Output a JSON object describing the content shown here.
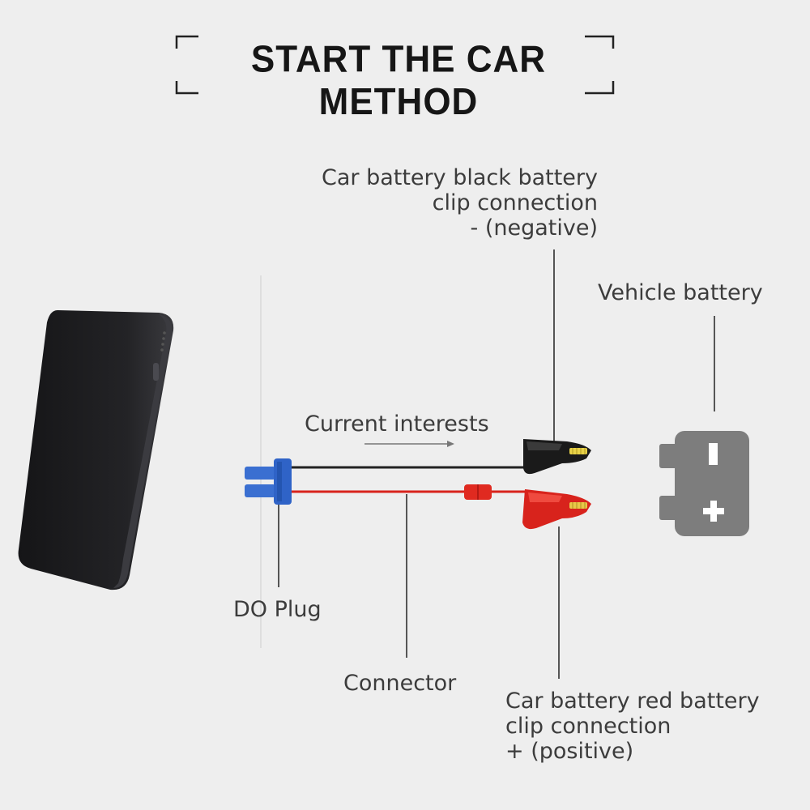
{
  "title": "START THE CAR METHOD",
  "labels": {
    "black_clip": [
      "Car battery black battery",
      "clip connection",
      "- (negative)"
    ],
    "vehicle_battery": "Vehicle battery",
    "current": "Current interests",
    "do_plug": "DO Plug",
    "connector": "Connector",
    "red_clip": [
      "Car battery red battery",
      "clip connection",
      "+ (positive)"
    ]
  },
  "battery_symbols": {
    "negative": "−",
    "positive": "+"
  },
  "colors": {
    "background": "#eeeeee",
    "title": "#161616",
    "label_text": "#3c3c3c",
    "leader_line": "#555555",
    "device": "#1d1d1f",
    "plug_blue": "#2f63c7",
    "black_cable": "#222222",
    "red_cable": "#d8231c",
    "battery_grey": "#7d7d7d"
  }
}
